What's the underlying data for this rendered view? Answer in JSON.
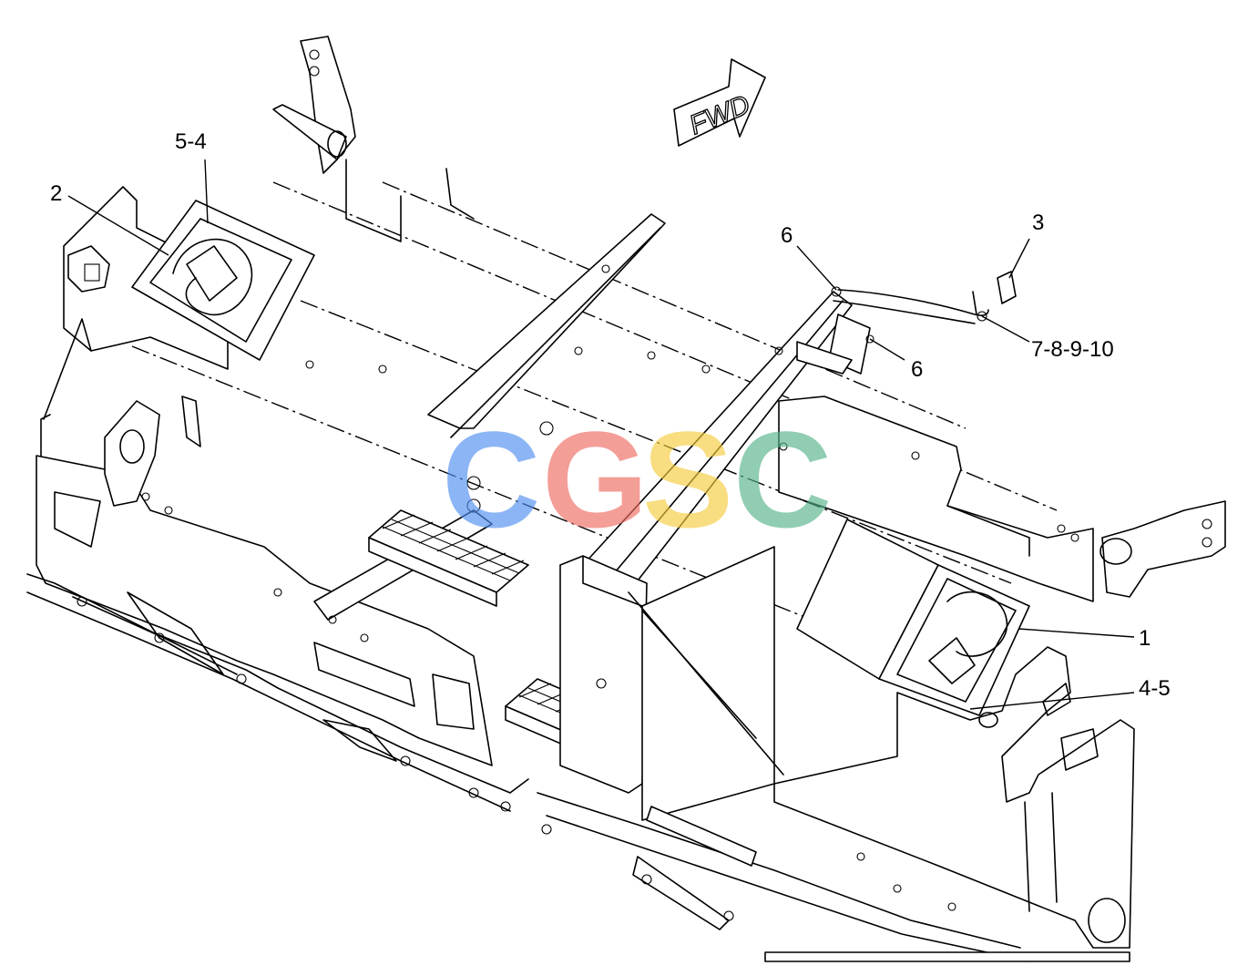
{
  "diagram": {
    "direction_arrow": {
      "label": "FWD",
      "icon": "forward-arrow-icon"
    },
    "callouts": [
      {
        "id": "callout-5-4",
        "label": "5-4"
      },
      {
        "id": "callout-2",
        "label": "2"
      },
      {
        "id": "callout-6-top",
        "label": "6"
      },
      {
        "id": "callout-3",
        "label": "3"
      },
      {
        "id": "callout-6-right",
        "label": "6"
      },
      {
        "id": "callout-7-8-9-10",
        "label": "7-8-9-10"
      },
      {
        "id": "callout-1",
        "label": "1"
      },
      {
        "id": "callout-4-5",
        "label": "4-5"
      }
    ],
    "watermark": {
      "letters": [
        "C",
        "G",
        "S",
        "C"
      ],
      "colors": [
        "#4f8ff0",
        "#ef6b62",
        "#f5cb3e",
        "#56b38a"
      ]
    },
    "line_color": "#000000",
    "background": "#ffffff"
  }
}
